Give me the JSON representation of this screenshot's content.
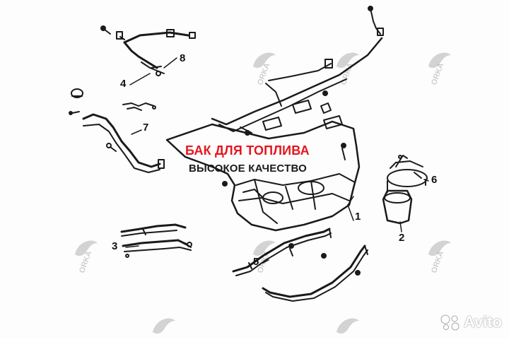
{
  "headline": "БАК ДЛЯ ТОПЛИВА",
  "subheadline": "ВЫСОКОЕ КАЧЕСТВО",
  "callouts": [
    "1",
    "2",
    "3",
    "4",
    "5",
    "6",
    "7",
    "8"
  ],
  "watermark": {
    "text": "ORKA",
    "icon": "orca-logo-icon"
  },
  "brand": {
    "name": "Avito",
    "icon": "avito-dots-icon"
  },
  "colors": {
    "headline": "#e5161f",
    "ink": "#1a1a1a"
  }
}
